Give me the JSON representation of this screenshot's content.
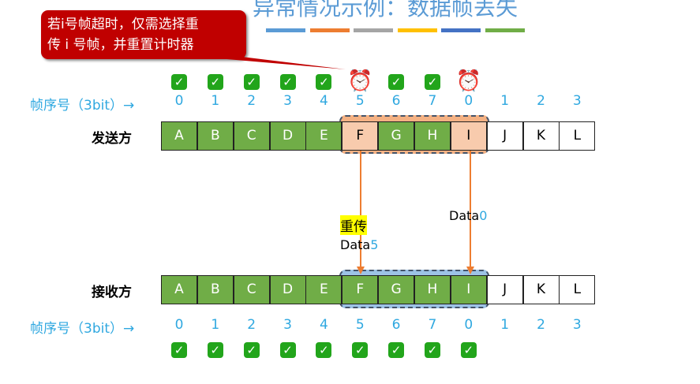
{
  "title": "异常情况示例：数据帧丢失",
  "title_bar_colors": [
    "#5b9bd5",
    "#ed7d31",
    "#a5a5a5",
    "#ffc000",
    "#4472c4",
    "#70ad47"
  ],
  "callout": {
    "text_line1": "若i号帧超时，仅需选择重",
    "text_line2": "传 i 号帧，并重置计时器"
  },
  "seq_label": "帧序号（3bit）→",
  "seq_numbers": [
    "0",
    "1",
    "2",
    "3",
    "4",
    "5",
    "6",
    "7",
    "0",
    "1",
    "2",
    "3"
  ],
  "sender": {
    "label": "发送方",
    "status_icons": [
      "check",
      "check",
      "check",
      "check",
      "check",
      "alarm-clock",
      "check",
      "check",
      "alarm-clock"
    ],
    "frames": [
      "A",
      "B",
      "C",
      "D",
      "E",
      "F",
      "G",
      "H",
      "I",
      "J",
      "K",
      "L"
    ],
    "states": [
      "acked",
      "acked",
      "acked",
      "acked",
      "acked",
      "timeout",
      "acked",
      "acked",
      "timeout",
      "empty",
      "empty",
      "empty"
    ]
  },
  "receiver": {
    "label": "接收方",
    "status_icons": [
      "check",
      "check",
      "check",
      "check",
      "check",
      "check",
      "check",
      "check",
      "check"
    ],
    "frames": [
      "A",
      "B",
      "C",
      "D",
      "E",
      "F",
      "G",
      "H",
      "I",
      "J",
      "K",
      "L"
    ],
    "states": [
      "acked",
      "acked",
      "acked",
      "acked",
      "acked",
      "acked",
      "acked",
      "acked",
      "acked",
      "empty",
      "empty",
      "empty"
    ]
  },
  "transmissions": [
    {
      "tag": "重传",
      "label": "Data",
      "num": "5"
    },
    {
      "label": "Data",
      "num": "0"
    }
  ],
  "colors": {
    "acked": "#70ad47",
    "timeout": "#f8cbad",
    "empty": "#ffffff",
    "arrow": "#ed7d31",
    "sender_window": "#f4b183",
    "receiver_window": "#9dc3e6",
    "highlight": "#ffff00",
    "seq": "#2fa8e0"
  }
}
